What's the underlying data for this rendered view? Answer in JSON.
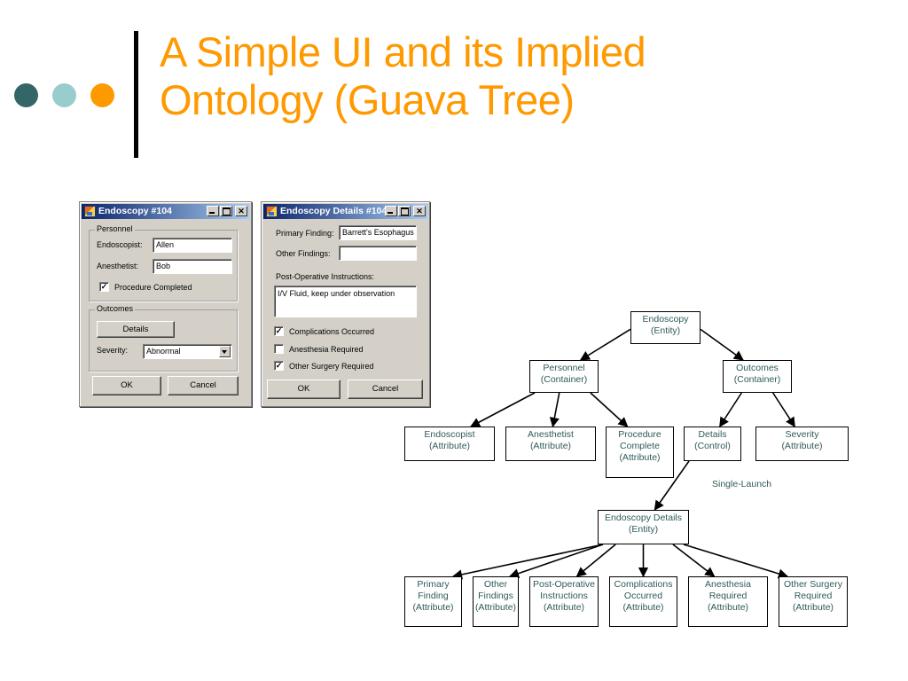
{
  "slide": {
    "title_line1": "A Simple UI and its Implied",
    "title_line2": "Ontology (Guava Tree)",
    "bullet_colors": [
      "#336666",
      "#99cccc",
      "#ff9900"
    ],
    "title_color": "#ff9900"
  },
  "window1": {
    "title": "Endoscopy #104",
    "title_buttons": {
      "minimize": "_",
      "maximize": "□",
      "close": "✕"
    },
    "personnel_group": {
      "legend": "Personnel",
      "endoscopist_label": "Endoscopist:",
      "endoscopist_value": "Allen",
      "anesthetist_label": "Anesthetist:",
      "anesthetist_value": "Bob",
      "procedure_completed_label": "Procedure Completed",
      "procedure_completed_checked": true
    },
    "outcomes_group": {
      "legend": "Outcomes",
      "details_button": "Details",
      "severity_label": "Severity:",
      "severity_value": "Abnormal"
    },
    "ok_button": "OK",
    "cancel_button": "Cancel"
  },
  "window2": {
    "title": "Endoscopy Details #104",
    "title_buttons": {
      "minimize": "_",
      "maximize": "□",
      "close": "✕"
    },
    "primary_finding_label": "Primary Finding:",
    "primary_finding_value": "Barrett's Esophagus",
    "other_findings_label": "Other Findings:",
    "other_findings_value": "",
    "post_op_label": "Post-Operative Instructions:",
    "post_op_value": "I/V Fluid, keep under observation",
    "checkboxes": [
      {
        "label": "Complications Occurred",
        "checked": true
      },
      {
        "label": "Anesthesia Required",
        "checked": false
      },
      {
        "label": "Other Surgery Required",
        "checked": true
      }
    ],
    "ok_button": "OK",
    "cancel_button": "Cancel"
  },
  "diagram": {
    "text_color": "#2f5a5a",
    "nodes": {
      "endoscopy": {
        "line1": "Endoscopy",
        "line2": "(Entity)"
      },
      "personnel": {
        "line1": "Personnel",
        "line2": "(Container)"
      },
      "outcomes": {
        "line1": "Outcomes",
        "line2": "(Container)"
      },
      "endoscopist": {
        "line1": "Endoscopist",
        "line2": "(Attribute)"
      },
      "anesthetist": {
        "line1": "Anesthetist",
        "line2": "(Attribute)"
      },
      "procedure_complete": {
        "line1": "Procedure",
        "line2": "Complete",
        "line3": "(Attribute)"
      },
      "details": {
        "line1": "Details",
        "line2": "(Control)"
      },
      "severity": {
        "line1": "Severity",
        "line2": "(Attribute)"
      },
      "endoscopy_details": {
        "line1": "Endoscopy Details",
        "line2": "(Entity)"
      },
      "primary_finding": {
        "line1": "Primary",
        "line2": "Finding",
        "line3": "(Attribute)"
      },
      "other_findings": {
        "line1": "Other",
        "line2": "Findings",
        "line3": "(Attribute)"
      },
      "post_operative": {
        "line1": "Post-Operative",
        "line2": "Instructions",
        "line3": "(Attribute)"
      },
      "complications": {
        "line1": "Complications",
        "line2": "Occurred",
        "line3": "(Attribute)"
      },
      "anesthesia": {
        "line1": "Anesthesia",
        "line2": "Required",
        "line3": "(Attribute)"
      },
      "other_surgery": {
        "line1": "Other Surgery",
        "line2": "Required",
        "line3": "(Attribute)"
      }
    },
    "edges": [
      {
        "from": "endoscopy",
        "to": "personnel"
      },
      {
        "from": "endoscopy",
        "to": "outcomes"
      },
      {
        "from": "personnel",
        "to": "endoscopist"
      },
      {
        "from": "personnel",
        "to": "anesthetist"
      },
      {
        "from": "personnel",
        "to": "procedure_complete"
      },
      {
        "from": "outcomes",
        "to": "details"
      },
      {
        "from": "outcomes",
        "to": "severity"
      },
      {
        "from": "details",
        "to": "endoscopy_details",
        "label": "Single-Launch"
      },
      {
        "from": "endoscopy_details",
        "to": "primary_finding"
      },
      {
        "from": "endoscopy_details",
        "to": "other_findings"
      },
      {
        "from": "endoscopy_details",
        "to": "post_operative"
      },
      {
        "from": "endoscopy_details",
        "to": "complications"
      },
      {
        "from": "endoscopy_details",
        "to": "anesthesia"
      },
      {
        "from": "endoscopy_details",
        "to": "other_surgery"
      }
    ],
    "single_launch_label": "Single-Launch"
  }
}
